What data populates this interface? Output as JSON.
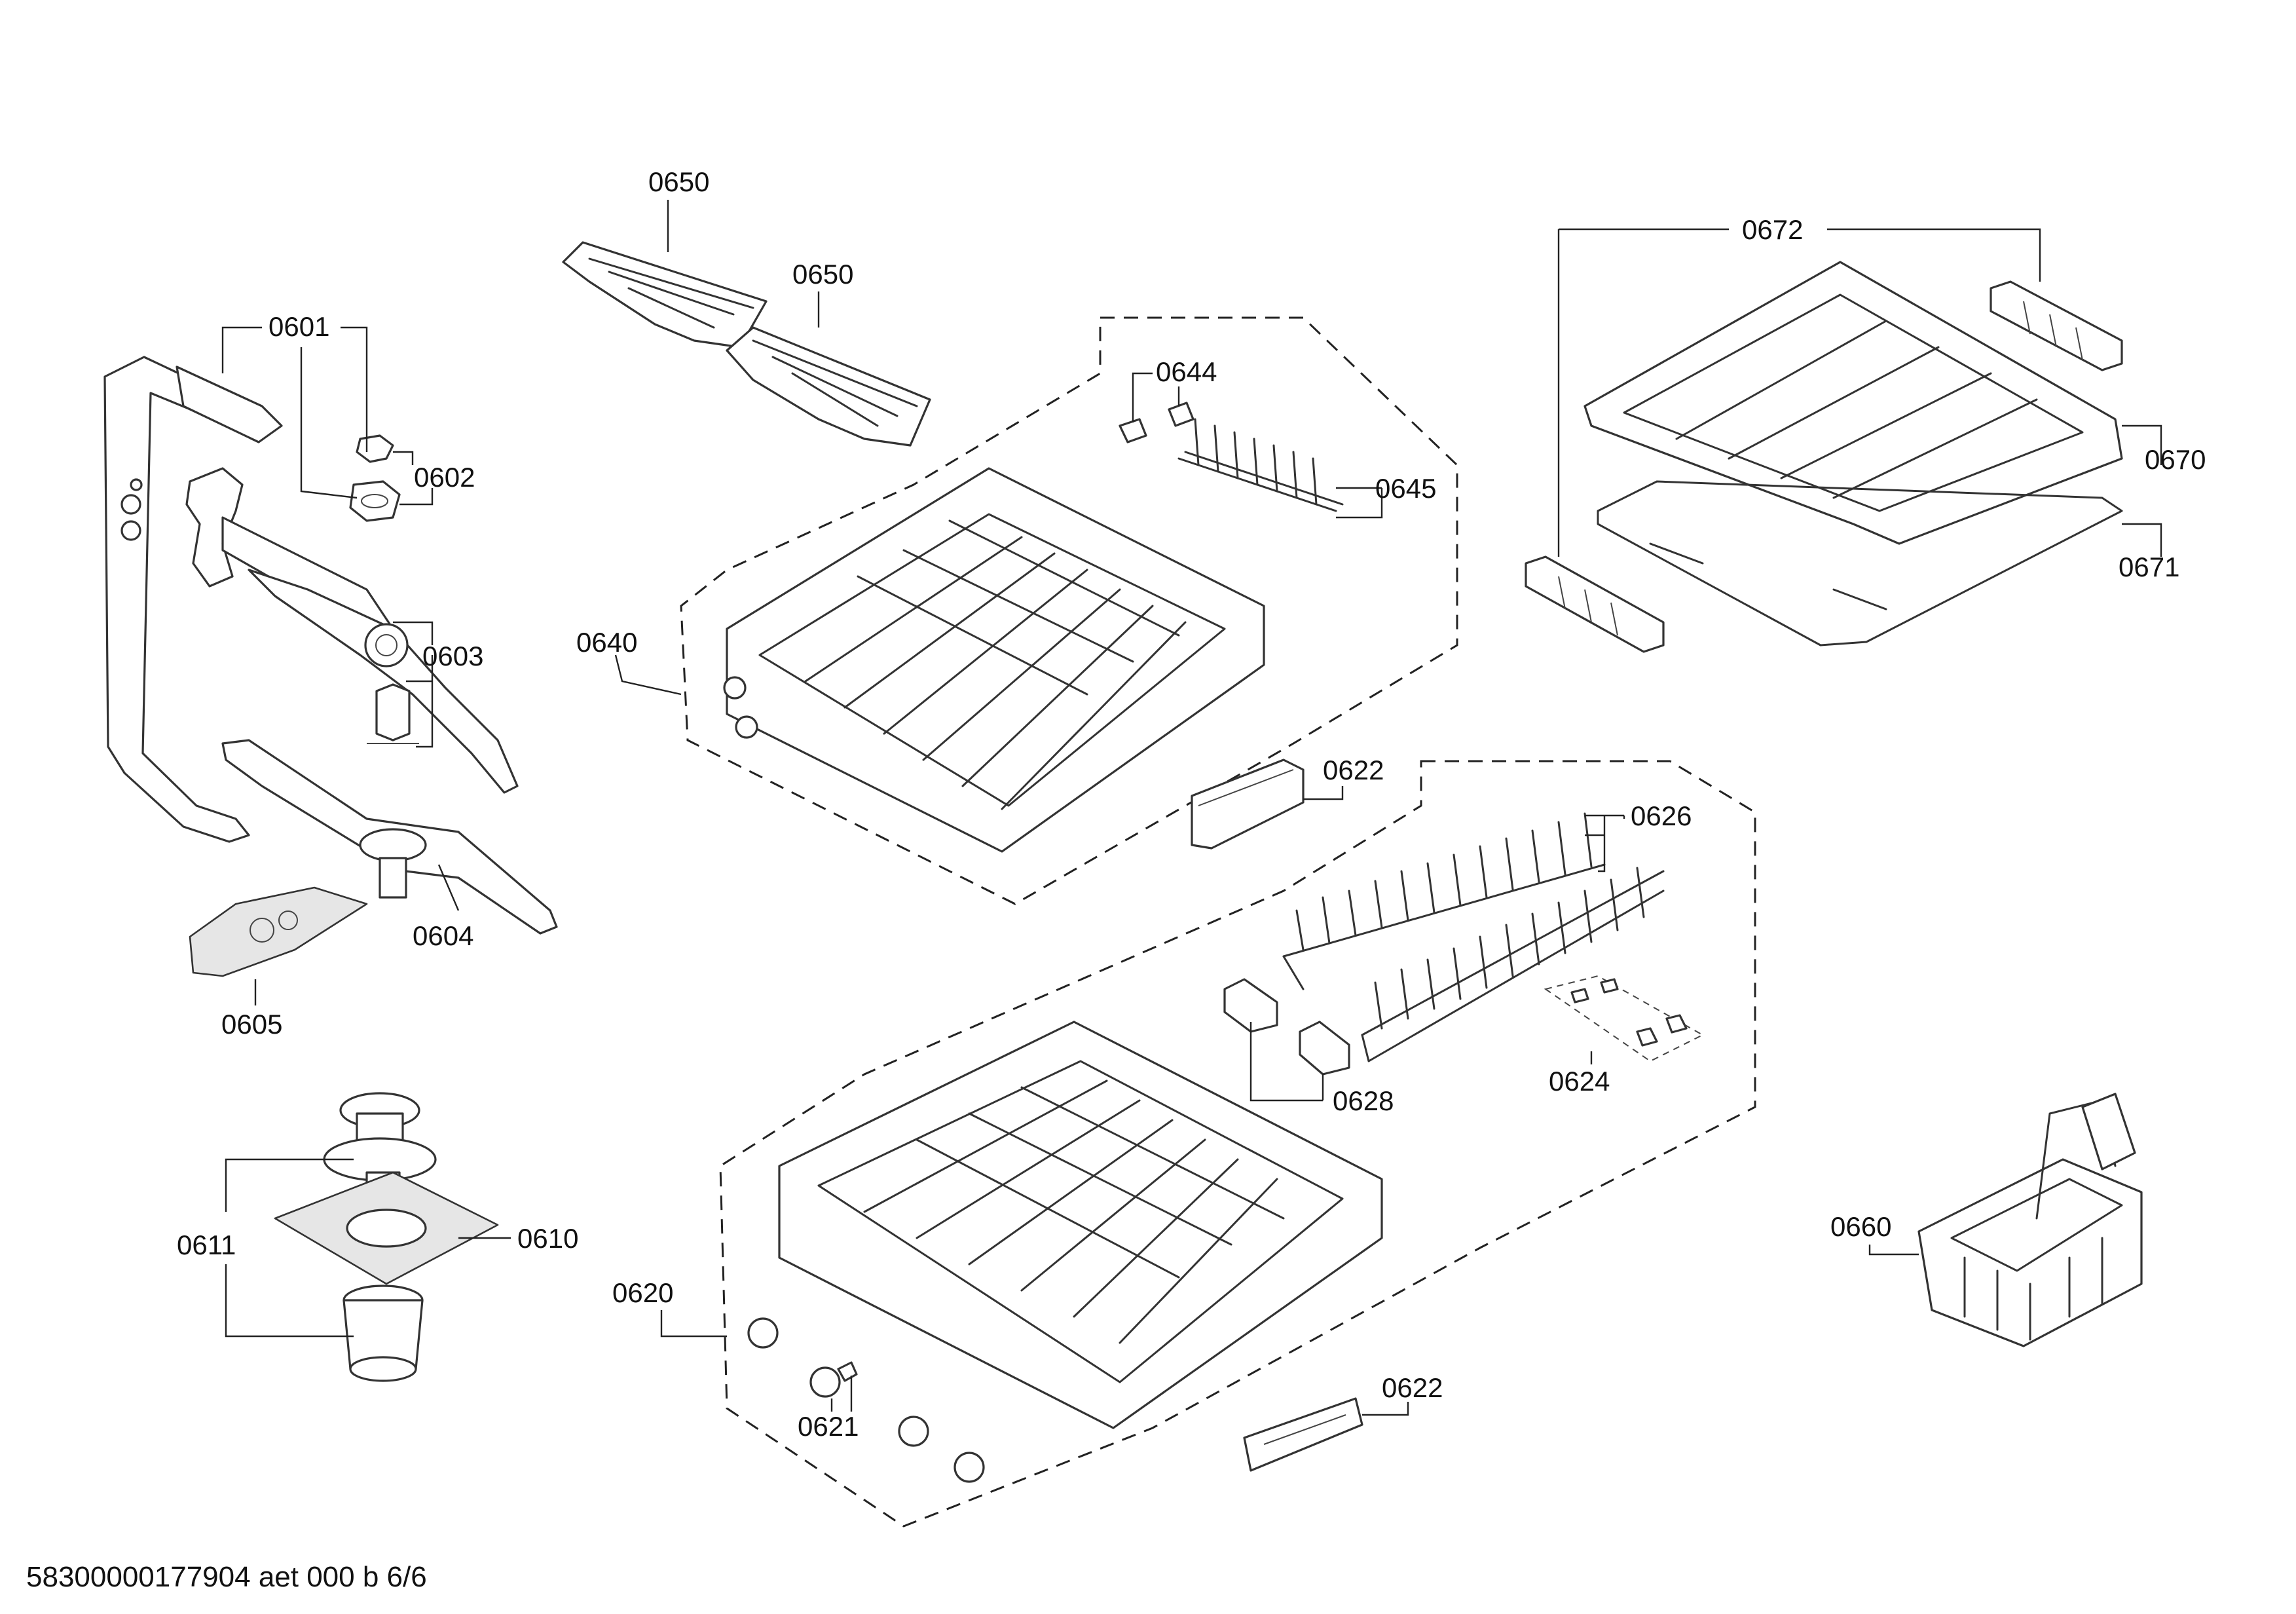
{
  "diagram": {
    "labels": {
      "p0601": "0601",
      "p0602": "0602",
      "p0603": "0603",
      "p0604": "0604",
      "p0605": "0605",
      "p0610": "0610",
      "p0611": "0611",
      "p0620": "0620",
      "p0621": "0621",
      "p0622a": "0622",
      "p0622b": "0622",
      "p0624": "0624",
      "p0626": "0626",
      "p0628": "0628",
      "p0640": "0640",
      "p0644": "0644",
      "p0645": "0645",
      "p0650a": "0650",
      "p0650b": "0650",
      "p0660": "0660",
      "p0670": "0670",
      "p0671": "0671",
      "p0672": "0672"
    },
    "footer": "58300000177904 aet 000 b 6/6"
  }
}
